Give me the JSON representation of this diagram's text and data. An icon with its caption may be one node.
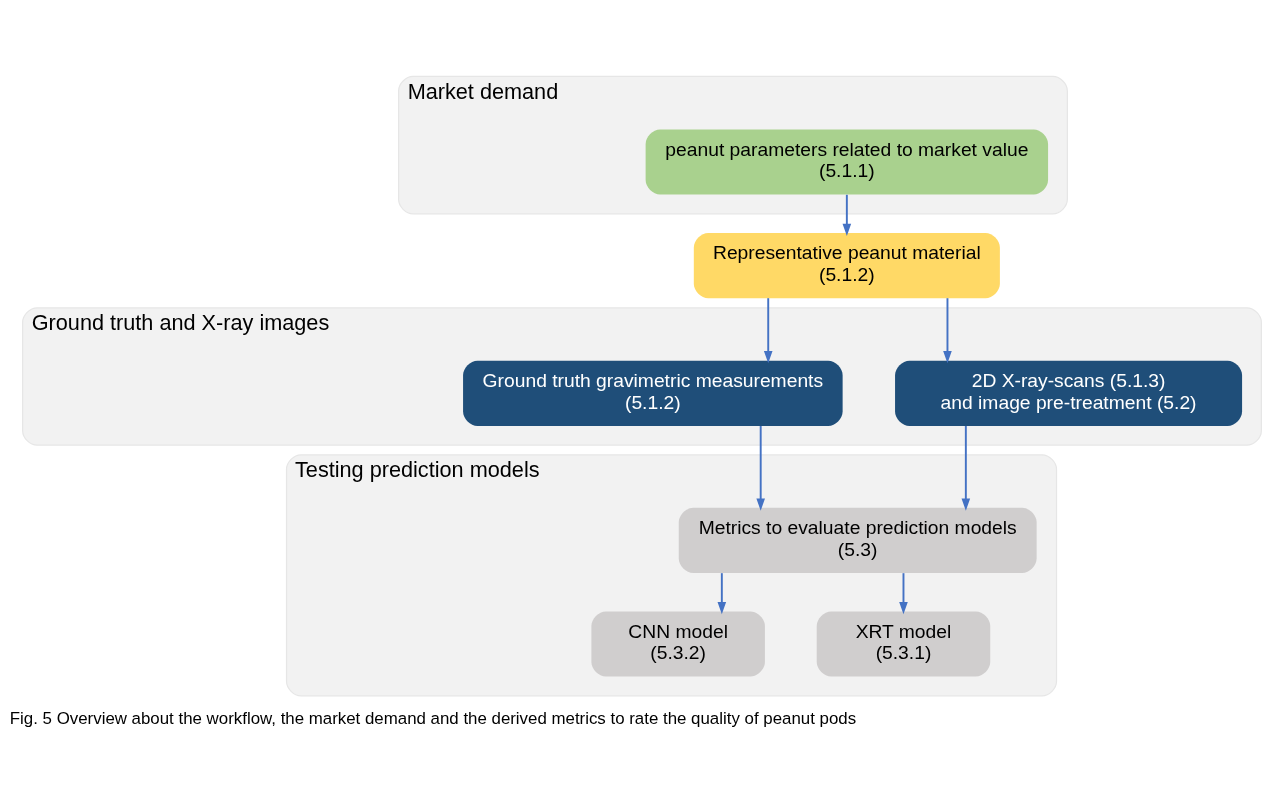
{
  "diagram": {
    "caption": "Fig. 5 Overview about the workflow, the market demand and the derived metrics to rate the quality of peanut pods",
    "nodes": [
      {
        "text": [
          "Market demand"
        ]
      },
      {
        "text": [
          "peanut parameters related to market value",
          "(5.1.1)"
        ],
        "in": 0
      },
      {
        "text": [
          "Representative peanut material",
          "(5.1.2)"
        ]
      },
      {
        "text": [
          "Ground truth and X-ray images"
        ]
      },
      {
        "text": [
          "Ground truth gravimetric measurements",
          "(5.1.2)"
        ],
        "in": 3
      },
      {
        "text": [
          "2D X-ray-scans (5.1.3)",
          "and image pre-treatment (5.2)"
        ],
        "in": 3
      },
      {
        "text": [
          "Testing prediction models"
        ]
      },
      {
        "text": [
          "Metrics to evaluate prediction models",
          "(5.3)"
        ],
        "in": 6
      },
      {
        "text": [
          "CNN model",
          "(5.3.2)"
        ],
        "in": 6
      },
      {
        "text": [
          "XRT model",
          "(5.3.1)"
        ],
        "in": 6
      }
    ],
    "edges": [
      {
        "from": 1,
        "to": 2,
        "arrow": "to"
      },
      {
        "from": 2,
        "to": 4,
        "arrow": "to"
      },
      {
        "from": 2,
        "to": 5,
        "arrow": "to"
      },
      {
        "from": 4,
        "to": 7,
        "arrow": "to"
      },
      {
        "from": 5,
        "to": 7,
        "arrow": "to"
      },
      {
        "from": 7,
        "to": 8,
        "arrow": "to"
      },
      {
        "from": 7,
        "to": 9,
        "arrow": "to"
      }
    ]
  }
}
